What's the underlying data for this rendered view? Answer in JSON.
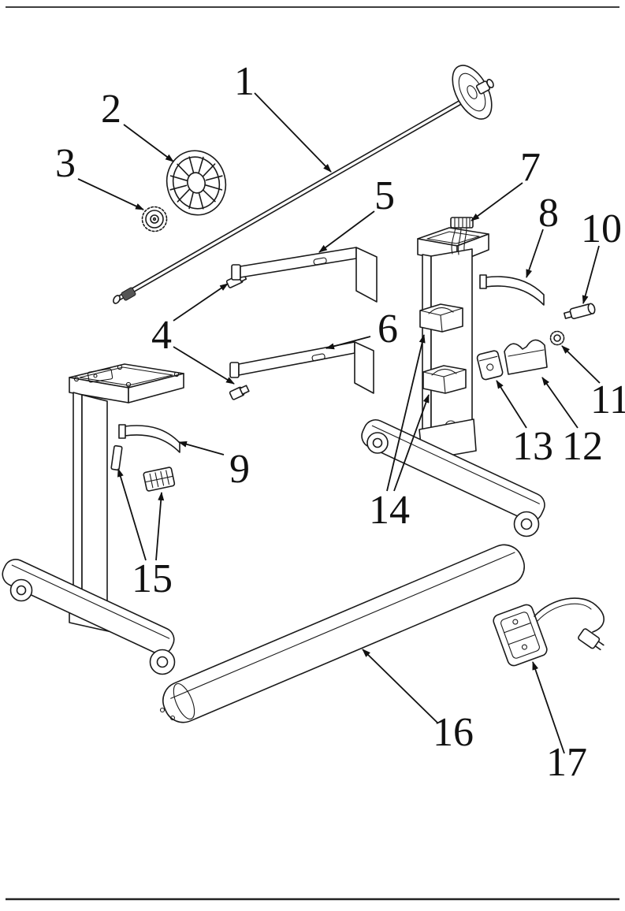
{
  "figure": {
    "callouts": [
      "1",
      "2",
      "3",
      "4",
      "5",
      "6",
      "7",
      "8",
      "9",
      "10",
      "11",
      "12",
      "13",
      "14",
      "15",
      "16",
      "17"
    ]
  },
  "colors": {
    "line": "#1a1a1a",
    "background": "#ffffff"
  }
}
